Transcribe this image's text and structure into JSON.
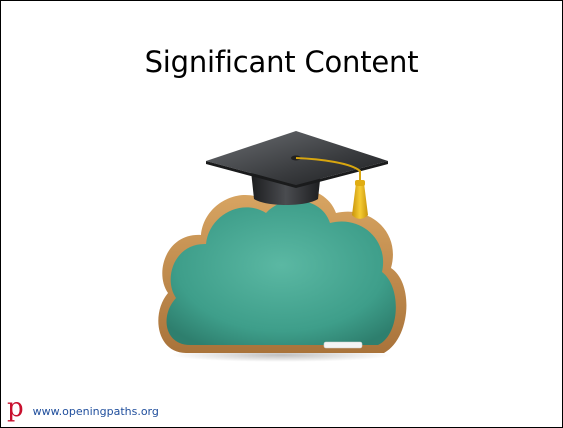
{
  "slide": {
    "title": "Significant Content"
  },
  "illustration": {
    "subject": "graduation-cap-on-cloud-chalkboard",
    "colors": {
      "board": "#3e9e8a",
      "frame": "#c08a48",
      "cap": "#2f3133",
      "tassel": "#e8b414",
      "chalk": "#f4f4f4"
    }
  },
  "footer": {
    "logo": "p",
    "url": "www.openingpaths.org",
    "logo_color": "#c8102e",
    "url_color": "#1f4e9c"
  }
}
